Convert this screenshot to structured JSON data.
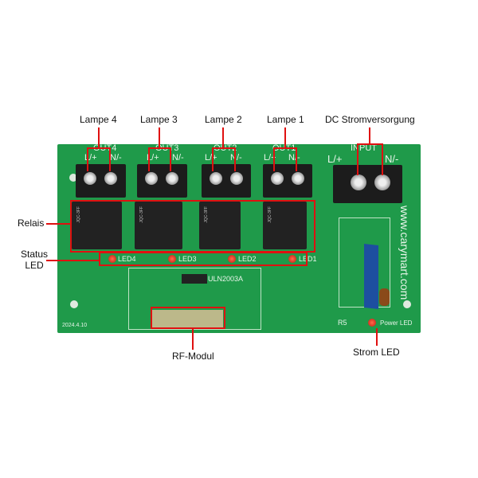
{
  "callouts": {
    "lamp4": "Lampe 4",
    "lamp3": "Lampe 3",
    "lamp2": "Lampe 2",
    "lamp1": "Lampe 1",
    "dc_power": "DC Stromversorgung",
    "relays": "Relais",
    "status_led": "Status\nLED",
    "rf_module": "RF-Modul",
    "power_led": "Strom LED"
  },
  "board": {
    "outputs": [
      {
        "name": "OUT4",
        "l": "L/+",
        "n": "N/-",
        "led": "LED4"
      },
      {
        "name": "OUT3",
        "l": "L/+",
        "n": "N/-",
        "led": "LED3"
      },
      {
        "name": "OUT2",
        "l": "L/+",
        "n": "N/-",
        "led": "LED2"
      },
      {
        "name": "OUT1",
        "l": "L/+",
        "n": "N/-",
        "led": "LED1"
      }
    ],
    "input": {
      "name": "INPUT",
      "l": "L/+",
      "n": "N/-"
    },
    "chip": "ULN2003A",
    "website": "www.carymart.com",
    "date": "2024.4.10",
    "power_led": "Power LED",
    "r5": "R5",
    "relay_text": "JQC-3FF"
  },
  "colors": {
    "callout": "#e01010",
    "pcb": "#1f9a4a"
  }
}
